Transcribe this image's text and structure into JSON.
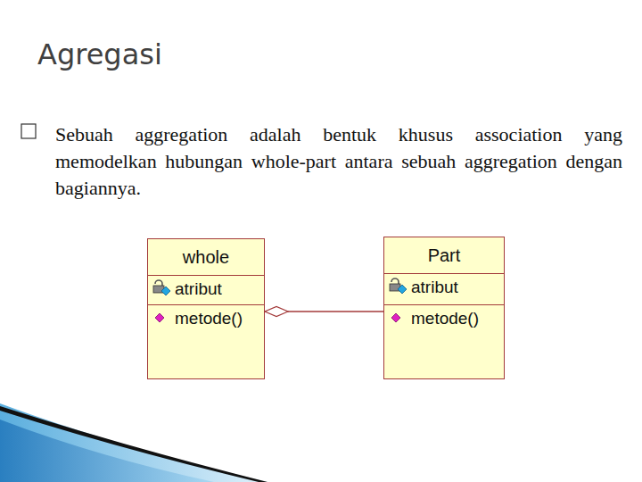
{
  "diagram": {
    "title": "Agregasi",
    "nodes": [
      {
        "text": [
          "whole",
          "atribut",
          "metode()"
        ]
      },
      {
        "text": [
          "Part",
          "atribut",
          "metode()"
        ]
      }
    ],
    "edges": [
      {
        "from": 1,
        "to": 0,
        "arrow": "to"
      }
    ],
    "labels": [
      "Sebuah aggregation adalah bentuk khusus association yang memodelkan hubungan whole-part antara sebuah aggregation dengan bagiannya."
    ]
  }
}
